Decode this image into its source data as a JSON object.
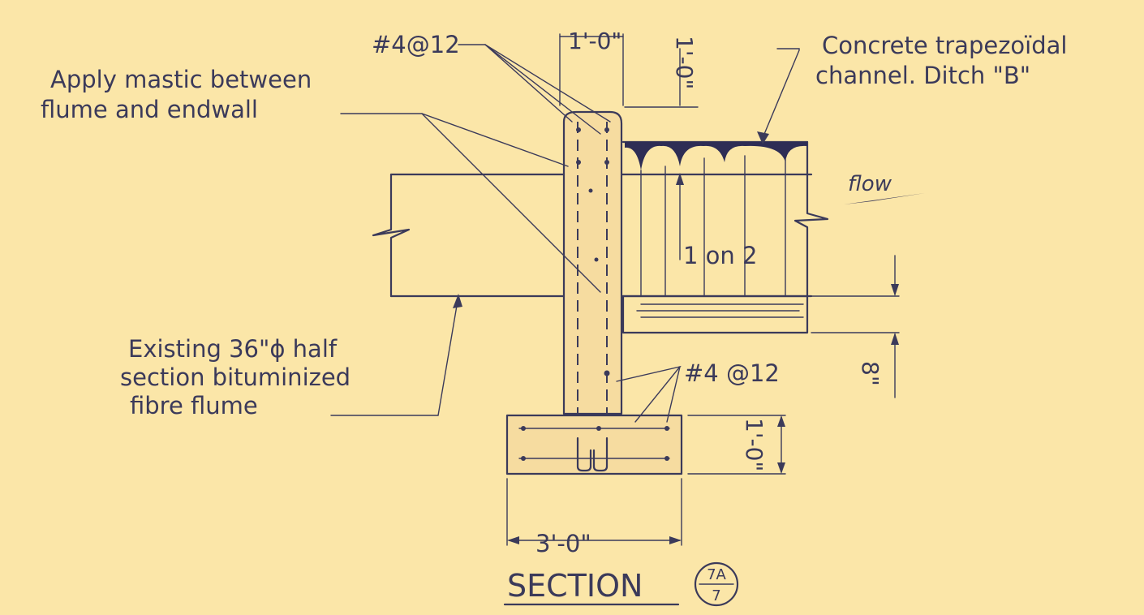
{
  "drawing": {
    "labels": {
      "rebar_top": "#4@12",
      "wall_width": "1'-0\"",
      "top_dim": "1'-0\"",
      "ditch_line1": "Concrete trapezoïdal",
      "ditch_line2": "channel. Ditch \"B\"",
      "mastic_line1": "Apply mastic between",
      "mastic_line2": "flume and endwall",
      "flow": "flow",
      "slope": "1 on 2",
      "flume_line1": "Existing 36\"ϕ half",
      "flume_line2": "section bituminized",
      "flume_line3": "fibre flume",
      "rebar_bottom": "#4 @12",
      "depth_dim": "8\"",
      "footing_height": "1'-0\"",
      "footing_width": "3'-0\""
    },
    "title": {
      "text": "SECTION",
      "detail_number": "7A",
      "sheet_number": "7"
    },
    "colors": {
      "paper": "#fbe6a8",
      "ink": "#3b3a5a",
      "channel_fill": "#2e2d55"
    }
  }
}
